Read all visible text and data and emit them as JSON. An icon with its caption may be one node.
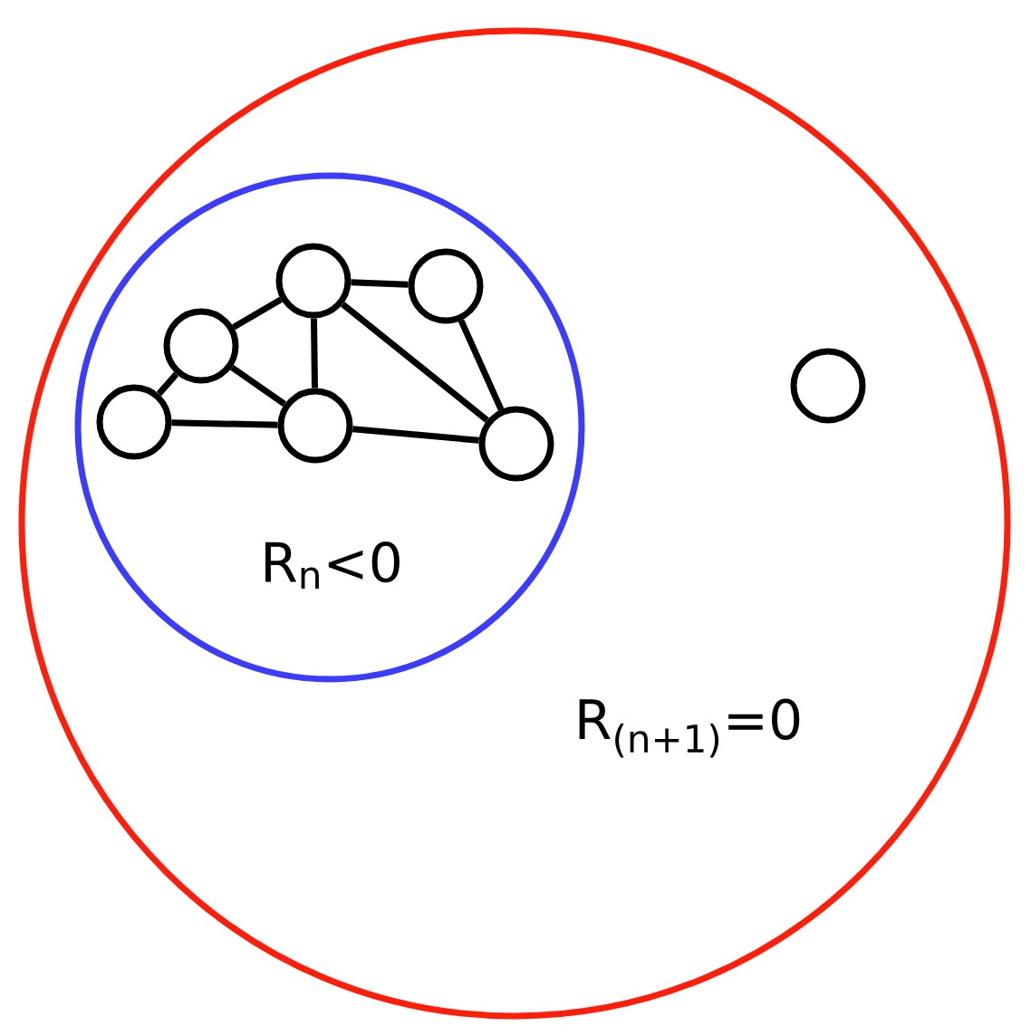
{
  "diagram": {
    "nodes": [
      {
        "text": [
          "R$_{(n+1)}$=0"
        ]
      },
      {
        "text": [
          "R$_{n}$<0"
        ],
        "in": 0
      },
      {
        "text": [],
        "shape": "circle",
        "in": 1
      },
      {
        "text": [],
        "shape": "circle",
        "in": 1
      },
      {
        "text": [],
        "shape": "circle",
        "in": 1
      },
      {
        "text": [],
        "shape": "circle",
        "in": 1
      },
      {
        "text": [],
        "shape": "circle",
        "in": 1
      },
      {
        "text": [],
        "shape": "circle",
        "in": 1
      },
      {
        "text": [],
        "shape": "circle",
        "in": 0
      }
    ],
    "edges": [
      {
        "from": 2,
        "to": 3,
        "arrow": "none"
      },
      {
        "from": 2,
        "to": 5,
        "arrow": "none"
      },
      {
        "from": 3,
        "to": 4,
        "arrow": "none"
      },
      {
        "from": 3,
        "to": 5,
        "arrow": "none"
      },
      {
        "from": 4,
        "to": 5,
        "arrow": "none"
      },
      {
        "from": 4,
        "to": 6,
        "arrow": "none"
      },
      {
        "from": 4,
        "to": 7,
        "arrow": "none"
      },
      {
        "from": 6,
        "to": 7,
        "arrow": "none"
      },
      {
        "from": 5,
        "to": 7,
        "arrow": "none"
      }
    ]
  }
}
